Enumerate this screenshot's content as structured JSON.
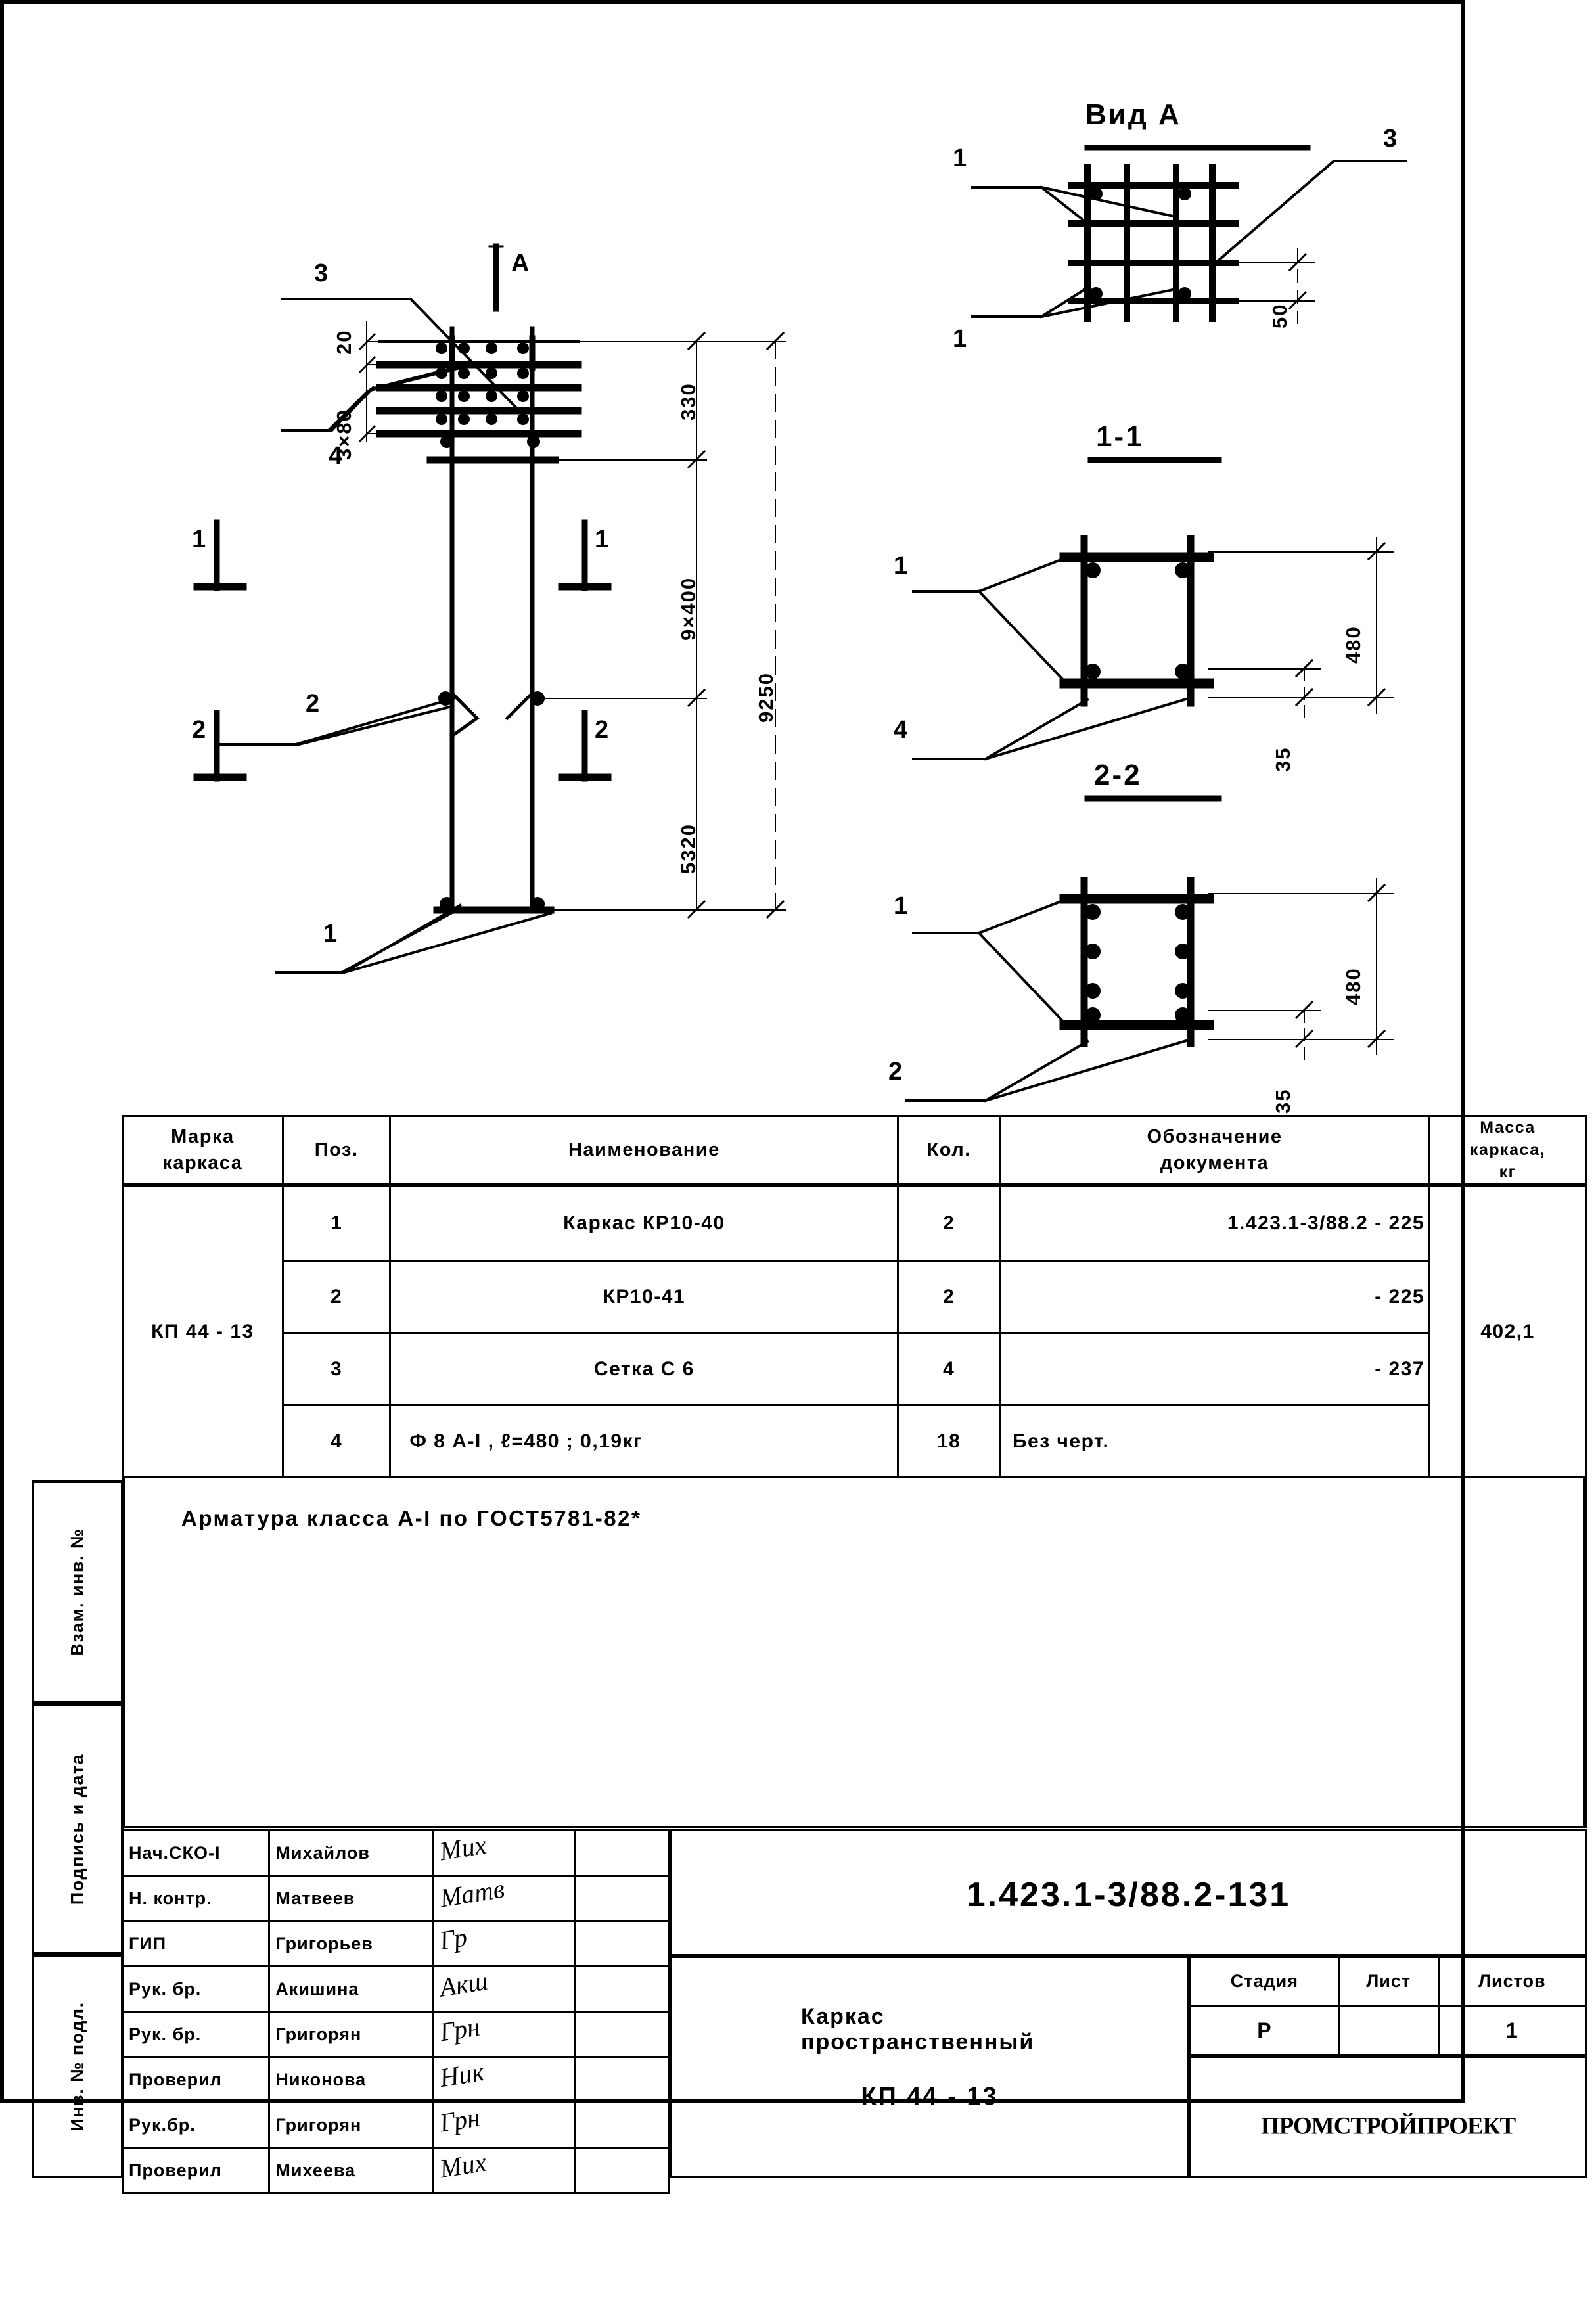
{
  "sheet": {
    "border_color": "#000000",
    "bg": "#ffffff"
  },
  "drawing": {
    "views": [
      {
        "id": "elevation",
        "title": ""
      },
      {
        "id": "view-a",
        "title": "Вид А"
      },
      {
        "id": "section-1-1",
        "title": "1-1"
      },
      {
        "id": "section-2-2",
        "title": "2-2"
      }
    ],
    "elevation": {
      "dimensions": {
        "top_gap": "20",
        "mesh_pitch": "3×80",
        "head": "330",
        "stirrup_pitch": "9×400",
        "lower": "5320",
        "overall": "9250"
      },
      "section_marks": [
        "A",
        "1",
        "1",
        "1",
        "1",
        "2",
        "2",
        "2",
        "2"
      ],
      "leaders": [
        "3",
        "4",
        "2",
        "1"
      ]
    },
    "view_a": {
      "title": "Вид А",
      "leaders": [
        "1",
        "1",
        "3"
      ],
      "dimensions": {
        "cover": "50"
      }
    },
    "section_1_1": {
      "title": "1-1",
      "leaders": [
        "1",
        "4"
      ],
      "dimensions": {
        "width": "480",
        "cover": "35"
      }
    },
    "section_2_2": {
      "title": "2-2",
      "leaders": [
        "1",
        "2"
      ],
      "dimensions": {
        "width": "480",
        "cover": "35"
      }
    }
  },
  "spec_table": {
    "headers": [
      "Марка\nкаркаса",
      "Поз.",
      "Наименование",
      "Кол.",
      "Обозначение\nдокумента",
      "Масса\nкаркаса,\nкг"
    ],
    "headers_flat": {
      "mark": "Марка каркаса",
      "mark_l1": "Марка",
      "mark_l2": "каркаса",
      "pos": "Поз.",
      "name": "Наименование",
      "qty": "Кол.",
      "doc_l1": "Обозначение",
      "doc_l2": "документа",
      "mass_l1": "Масса",
      "mass_l2": "каркаса,",
      "mass_l3": "кг"
    },
    "mark_value": "КП 44 - 13",
    "mass_value": "402,1",
    "rows": [
      {
        "pos": "1",
        "name": "Каркас КР10-40",
        "qty": "2",
        "doc": "1.423.1-3/88.2 - 225"
      },
      {
        "pos": "2",
        "name": "КР10-41",
        "qty": "2",
        "doc": "- 225"
      },
      {
        "pos": "3",
        "name": "Сетка С 6",
        "qty": "4",
        "doc": "- 237"
      },
      {
        "pos": "4",
        "name": "Ф 8 А-I , ℓ=480 ; 0,19кг",
        "qty": "18",
        "doc": "Без черт."
      }
    ]
  },
  "note": {
    "text": "Арматура класса А-I по ГОСТ5781-82*"
  },
  "left_margin": {
    "labels": [
      "Взам. инв. №",
      "Подпись и дата",
      "Инв. № подл."
    ]
  },
  "title_block": {
    "rows": [
      {
        "role": "Нач.СКО-I",
        "name": "Михайлов",
        "sign": "Мих",
        "date": ""
      },
      {
        "role": "Н. контр.",
        "name": "Матвеев",
        "sign": "Матв",
        "date": ""
      },
      {
        "role": "ГИП",
        "name": "Григорьев",
        "sign": "Гр",
        "date": ""
      },
      {
        "role": "Рук. бр.",
        "name": "Акишина",
        "sign": "Акш",
        "date": ""
      },
      {
        "role": "Рук. бр.",
        "name": "Григорян",
        "sign": "Грн",
        "date": ""
      },
      {
        "role": "Проверил",
        "name": "Никонова",
        "sign": "Ник",
        "date": ""
      },
      {
        "role": "Рук.бр.",
        "name": "Григорян",
        "sign": "Грн",
        "date": ""
      },
      {
        "role": "Проверил",
        "name": "Михеева",
        "sign": "Мих",
        "date": ""
      }
    ],
    "doc_code": "1.423.1-3/88.2-131",
    "title_line1": "Каркас пространственный",
    "title_line2": "КП 44 - 13",
    "stage_header": "Стадия",
    "sheet_header": "Лист",
    "sheets_header": "Листов",
    "stage_value": "Р",
    "sheet_value": "",
    "sheets_value": "1",
    "organization": "ПРОМСТРОЙПРОЕКТ"
  }
}
